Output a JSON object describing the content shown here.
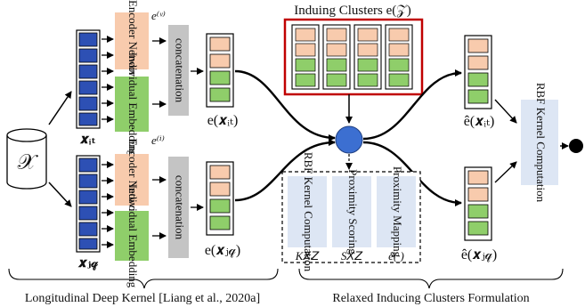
{
  "colors": {
    "blue": "#2d50b4",
    "salmon": "#f8cbad",
    "green": "#8fce6a",
    "gray": "#c4c4c4",
    "lightblue": "#dde6f4",
    "red": "#c00000",
    "node": "#3c6fd1"
  },
  "inputs": {
    "dataset_symbol": "𝒳",
    "x_it": "𝒙ᵢₜ",
    "x_jq": "𝒙ⱼ𝓆"
  },
  "encoder": {
    "encoder_label": "Encoder Network",
    "embedding_label": "Individual Embedding",
    "concat_label": "concatenation",
    "ev_label": "e⁽ᵛ⁾",
    "ei_label": "e⁽ⁱ⁾",
    "e_it": "e(𝒙ᵢₜ)",
    "e_jq": "e(𝒙ⱼ𝓆)"
  },
  "clusters": {
    "title": "Induing Clusters e(𝒵)"
  },
  "relaxed": {
    "mapping_label": "Proximity Mapping",
    "scoring_label": "Proximity Scoring",
    "rbf_label": "RBF Kernel Computation",
    "mapping_sym": "ê(·)",
    "scoring_sym": "S𝘟𝘡",
    "rbf_sym": "K𝘟𝘡"
  },
  "output": {
    "ehat_it": "ê(𝒙ᵢₜ)",
    "ehat_jq": "ê(𝒙ⱼ𝓆)",
    "rbf_label": "RBF Kernel Computation"
  },
  "footer": {
    "left": "Longitudinal Deep Kernel [Liang et al., 2020a]",
    "right": "Relaxed Inducing Clusters Formulation"
  }
}
